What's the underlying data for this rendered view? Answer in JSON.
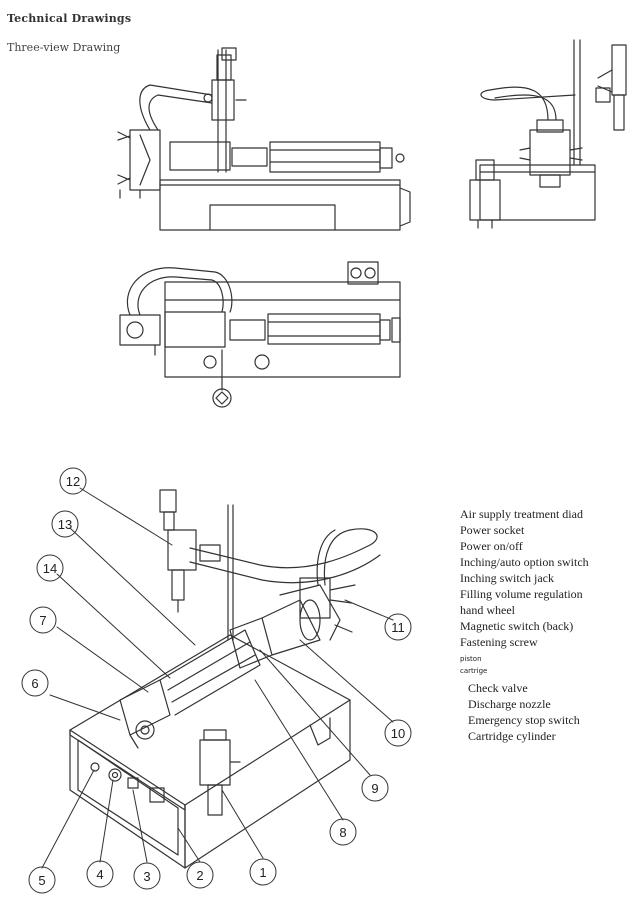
{
  "header": {
    "title": "Technical Drawings",
    "subtitle": "Three-view Drawing"
  },
  "legend": [
    "Air supply treatment diad",
    "Power socket",
    "Power on/off",
    "Inching/auto option switch",
    "Inching switch jack",
    "Filling volume regulation",
    "hand wheel",
    "Magnetic switch (back)",
    "Fastening screw",
    "piston",
    "cartrige",
    "Check valve",
    "Discharge nozzle",
    "Emergency stop switch",
    "Cartridge cylinder"
  ],
  "callouts": [
    "1",
    "2",
    "3",
    "4",
    "5",
    "6",
    "7",
    "8",
    "9",
    "10",
    "11",
    "12",
    "13",
    "14"
  ],
  "colors": {
    "line": "#333333",
    "background": "#ffffff"
  }
}
